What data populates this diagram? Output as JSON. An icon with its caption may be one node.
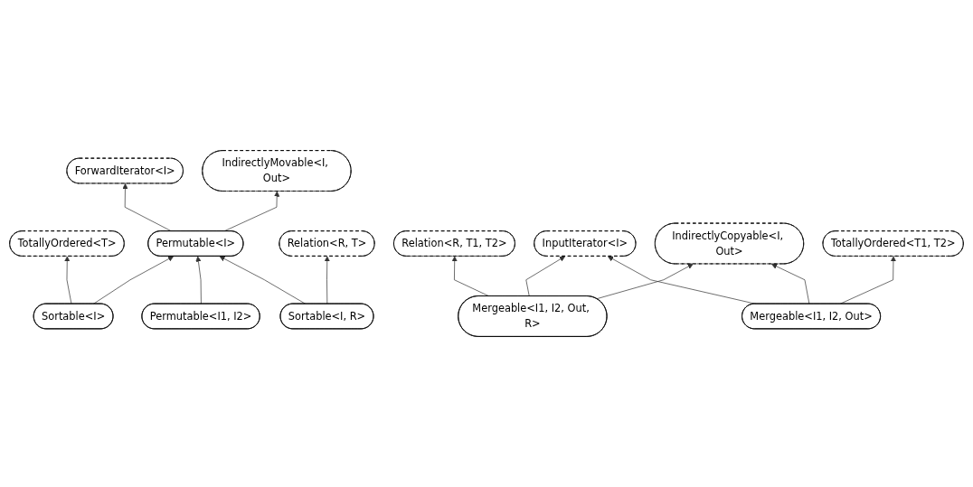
{
  "diagram": {
    "nodes": [
      {
        "text": [
          "ForwardIterator<I>"
        ]
      },
      {
        "text": [
          "IndirectlyMovable<I, Out>"
        ]
      },
      {
        "text": [
          "TotallyOrdered<T>"
        ]
      },
      {
        "text": [
          "Permutable<I>"
        ]
      },
      {
        "text": [
          "Relation<R, T>"
        ]
      },
      {
        "text": [
          "Sortable<I>"
        ]
      },
      {
        "text": [
          "Permutable<I1, I2>"
        ]
      },
      {
        "text": [
          "Sortable<I, R>"
        ]
      },
      {
        "text": [
          "Relation<R, T1, T2>"
        ]
      },
      {
        "text": [
          "InputIterator<I>"
        ]
      },
      {
        "text": [
          "IndirectlyCopyable<I, Out>"
        ]
      },
      {
        "text": [
          "TotallyOrdered<T1, T2>"
        ]
      },
      {
        "text": [
          "Mergeable<I1, I2, Out, R>"
        ]
      },
      {
        "text": [
          "Mergeable<I1, I2, Out>"
        ]
      }
    ],
    "edges": [
      {
        "from": 3,
        "to": 0,
        "arrow": "to"
      },
      {
        "from": 3,
        "to": 1,
        "arrow": "to"
      },
      {
        "from": 5,
        "to": 2,
        "arrow": "to"
      },
      {
        "from": 5,
        "to": 3,
        "arrow": "to"
      },
      {
        "from": 6,
        "to": 3,
        "arrow": "to"
      },
      {
        "from": 7,
        "to": 3,
        "arrow": "to"
      },
      {
        "from": 7,
        "to": 4,
        "arrow": "to"
      },
      {
        "from": 12,
        "to": 8,
        "arrow": "to"
      },
      {
        "from": 12,
        "to": 9,
        "arrow": "to"
      },
      {
        "from": 12,
        "to": 10,
        "arrow": "to"
      },
      {
        "from": 13,
        "to": 9,
        "arrow": "to"
      },
      {
        "from": 13,
        "to": 10,
        "arrow": "to"
      },
      {
        "from": 13,
        "to": 11,
        "arrow": "to"
      }
    ]
  }
}
